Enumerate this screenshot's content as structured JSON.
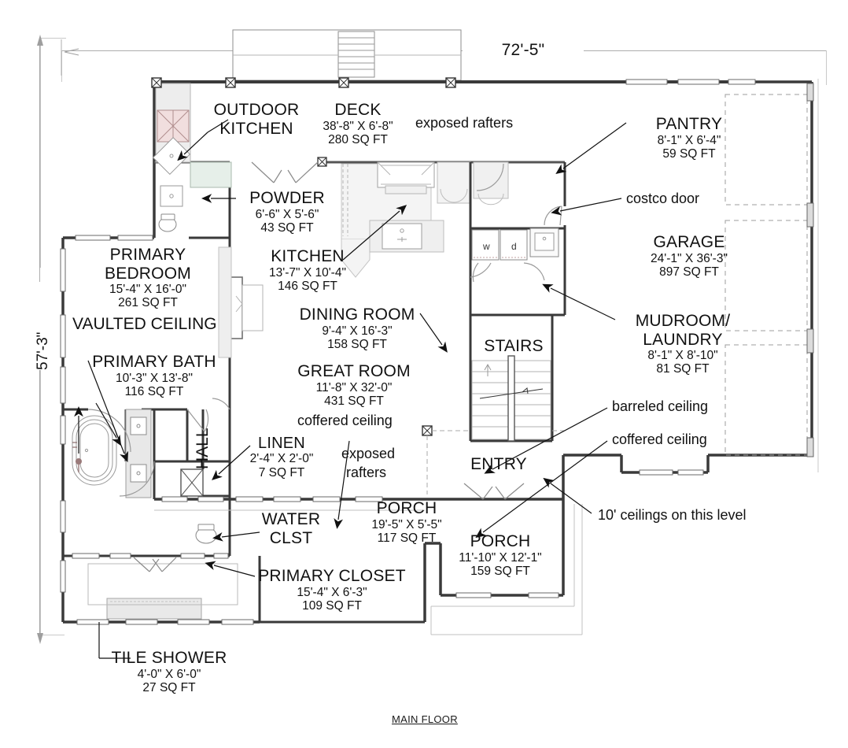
{
  "plan": {
    "title": "MAIN FLOOR",
    "overall_width": "72'-5\"",
    "overall_depth": "57'-3\""
  },
  "rooms": [
    {
      "id": "outdoor-kitchen",
      "name": "OUTDOOR\nKITCHEN",
      "name1": "OUTDOOR",
      "name2": "KITCHEN",
      "dim": "",
      "sf": ""
    },
    {
      "id": "deck",
      "name": "DECK",
      "dim": "38'-8\" X 6'-8\"",
      "sf": "280 SQ FT"
    },
    {
      "id": "pantry",
      "name": "PANTRY",
      "dim": "8'-1\" X 6'-4\"",
      "sf": "59 SQ FT"
    },
    {
      "id": "powder",
      "name": "POWDER",
      "dim": "6'-6\" X 5'-6\"",
      "sf": "43 SQ FT"
    },
    {
      "id": "garage",
      "name": "GARAGE",
      "dim": "24'-1\" X 36'-3\"",
      "sf": "897 SQ FT"
    },
    {
      "id": "primary-bedroom",
      "name1": "PRIMARY",
      "name2": "BEDROOM",
      "dim": "15'-4\" X 16'-0\"",
      "sf": "261 SQ FT",
      "extra": "VAULTED CEILING"
    },
    {
      "id": "kitchen",
      "name": "KITCHEN",
      "dim": "13'-7\" X 10'-4\"",
      "sf": "146 SQ FT"
    },
    {
      "id": "dining-room",
      "name": "DINING ROOM",
      "dim": "9'-4\" X 16'-3\"",
      "sf": "158 SQ FT"
    },
    {
      "id": "mudroom-laundry",
      "name1": "MUDROOM/",
      "name2": "LAUNDRY",
      "dim": "8'-1\" X 8'-10\"",
      "sf": "81 SQ FT"
    },
    {
      "id": "primary-bath",
      "name": "PRIMARY BATH",
      "dim": "10'-3\" X 13'-8\"",
      "sf": "116 SQ FT"
    },
    {
      "id": "great-room",
      "name": "GREAT ROOM",
      "dim": "11'-8\" X 32'-0\"",
      "sf": "431 SQ FT",
      "extra": "coffered ceiling"
    },
    {
      "id": "stairs",
      "name": "STAIRS",
      "dim": "",
      "sf": ""
    },
    {
      "id": "linen",
      "name": "LINEN",
      "dim": "2'-4\" X 2'-0\"",
      "sf": "7 SQ FT"
    },
    {
      "id": "entry",
      "name": "ENTRY",
      "dim": "",
      "sf": ""
    },
    {
      "id": "water-closet",
      "name1": "WATER",
      "name2": "CLST",
      "dim": "",
      "sf": ""
    },
    {
      "id": "porch-front",
      "name": "PORCH",
      "dim": "19'-5\" X 5'-5\"",
      "sf": "117 SQ FT"
    },
    {
      "id": "porch-side",
      "name": "PORCH",
      "dim": "11'-10\" X 12'-1\"",
      "sf": "159 SQ FT"
    },
    {
      "id": "primary-closet",
      "name": "PRIMARY CLOSET",
      "dim": "15'-4\" X 6'-3\"",
      "sf": "109 SQ FT"
    },
    {
      "id": "tile-shower",
      "name": "TILE SHOWER",
      "dim": "4'-0\" X 6'-0\"",
      "sf": "27 SQ FT"
    },
    {
      "id": "hall",
      "name": "HALL",
      "dim": "",
      "sf": ""
    }
  ],
  "notes": {
    "exposed_rafters_top": "exposed rafters",
    "costco_door": "costco door",
    "barreled_ceiling": "barreled ceiling",
    "coffered_ceiling": "coffered ceiling",
    "ceilings_level": "10' ceilings on this level",
    "exposed_rafters_1": "exposed",
    "exposed_rafters_2": "rafters",
    "vaulted_ceiling": "VAULTED CEILING",
    "coffered_ceiling_great": "coffered ceiling"
  },
  "appliances": {
    "washer": "w",
    "dryer": "d"
  },
  "colors": {
    "wall": "#3a3a3a",
    "wall_light": "#8c8c8c",
    "fill": "#f3f3f3",
    "text": "#111111",
    "dim_line": "#adadad"
  }
}
